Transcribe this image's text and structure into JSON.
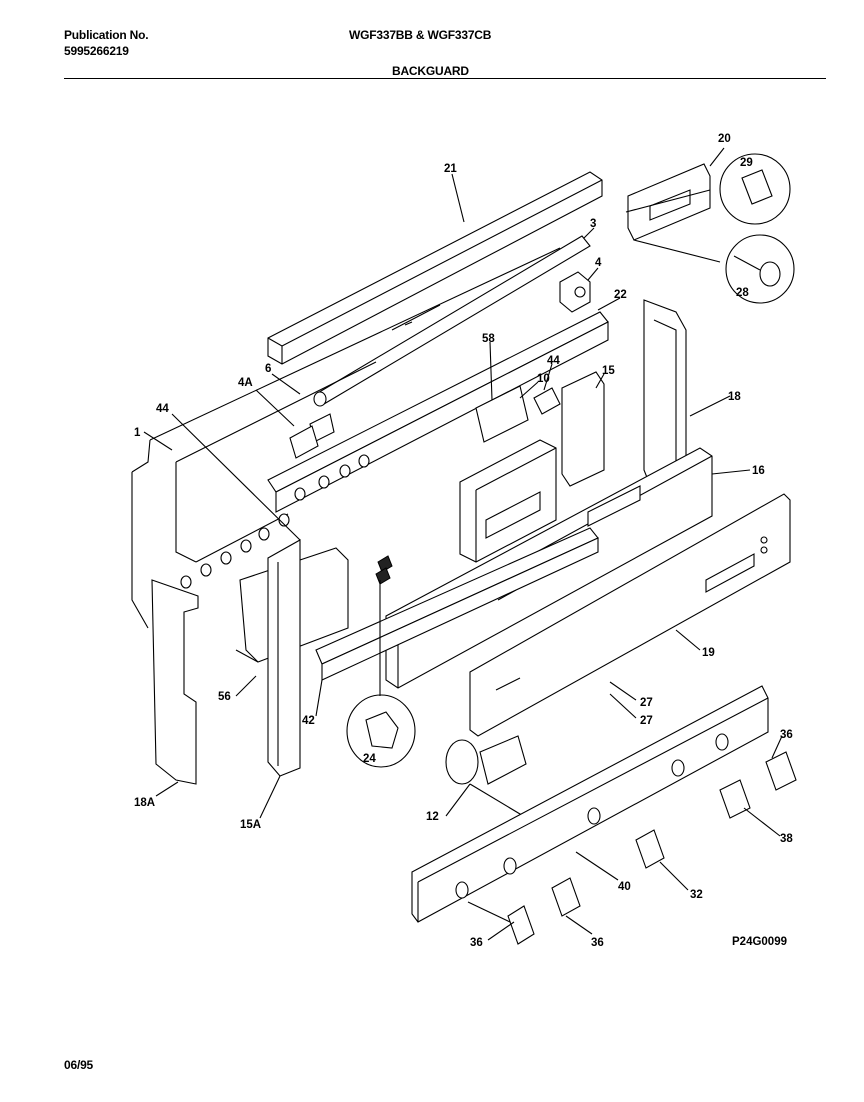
{
  "header": {
    "publication_label": "Publication No.",
    "publication_number": "5995266219",
    "models": "WGF337BB & WGF337CB",
    "section": "BACKGUARD"
  },
  "diagram": {
    "callouts": [
      "21",
      "20",
      "29",
      "3",
      "4",
      "28",
      "22",
      "58",
      "44",
      "10",
      "15",
      "6",
      "4A",
      "44",
      "1",
      "18",
      "16",
      "19",
      "24",
      "27",
      "27",
      "56",
      "42",
      "36",
      "18A",
      "15A",
      "12",
      "38",
      "40",
      "32",
      "36",
      "36"
    ],
    "drawing_code": "P24G0099"
  },
  "footer": {
    "date": "06/95"
  }
}
